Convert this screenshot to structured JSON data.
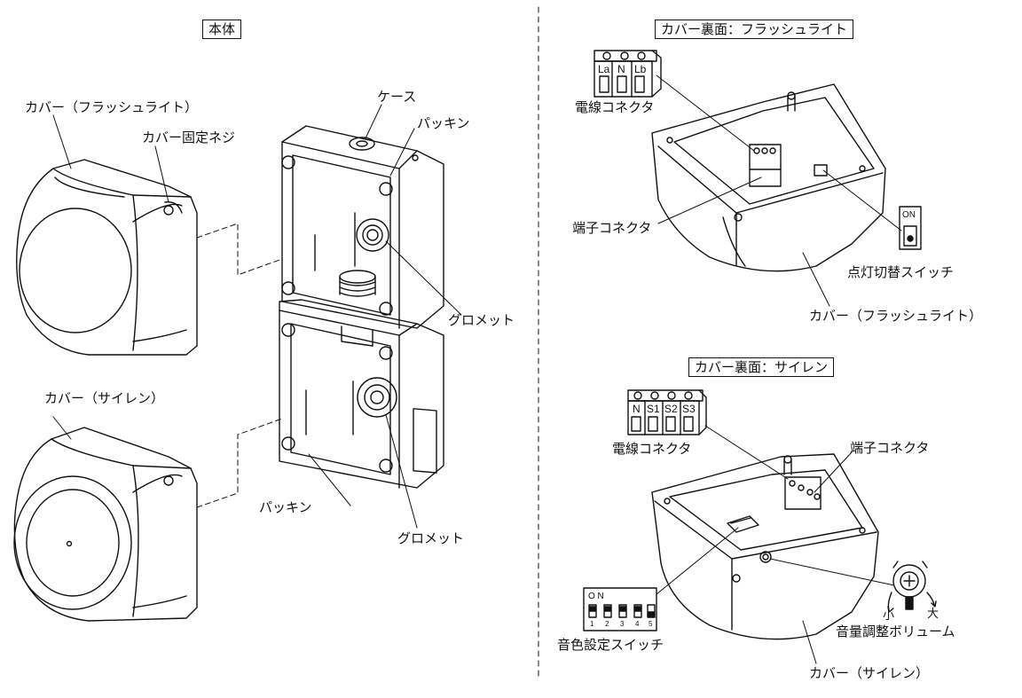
{
  "headings": {
    "main_body": "本体",
    "cover_back_flash": "カバー裏面：フラッシュライト",
    "cover_back_siren": "カバー裏面：サイレン"
  },
  "left_labels": {
    "cover_flash": "カバー（フラッシュライト）",
    "cover_fix_screw": "カバー固定ネジ",
    "cover_siren": "カバー（サイレン）",
    "case": "ケース",
    "packing_top": "パッキン",
    "grommet_top": "グロメット",
    "packing_bottom": "パッキン",
    "grommet_bottom": "グロメット"
  },
  "flash_labels": {
    "wire_connector": "電線コネクタ",
    "terminal_connector": "端子コネクタ",
    "light_switch": "点灯切替スイッチ",
    "cover": "カバー（フラッシュライト）",
    "switch_on": "ON",
    "terminals": [
      "La",
      "N",
      "Lb"
    ]
  },
  "siren_labels": {
    "wire_connector": "電線コネクタ",
    "terminal_connector": "端子コネクタ",
    "tone_switch": "音色設定スイッチ",
    "volume": "音量調整ボリューム",
    "cover": "カバー（サイレン）",
    "vol_small": "小",
    "vol_large": "大",
    "dip_on": "O N",
    "dip_numbers": [
      "1",
      "2",
      "3",
      "4",
      "5"
    ],
    "terminals": [
      "N",
      "S1",
      "S2",
      "S3"
    ]
  }
}
